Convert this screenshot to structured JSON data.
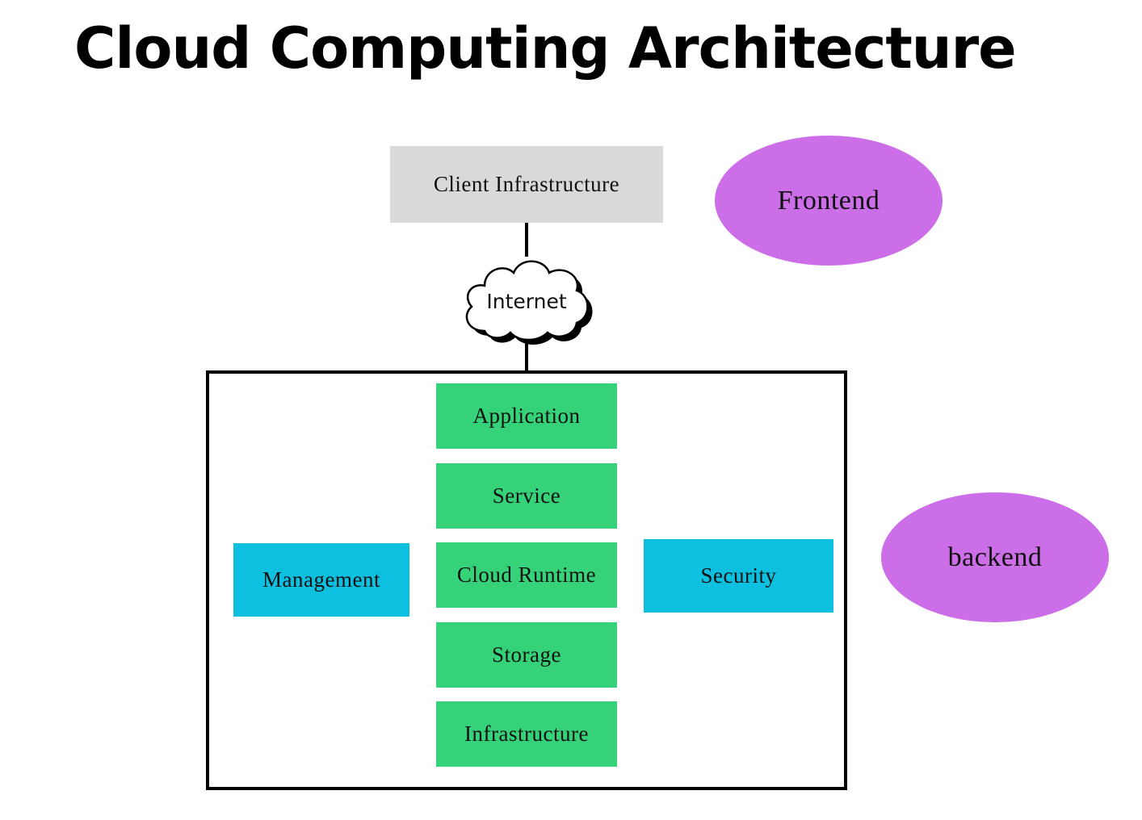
{
  "title": "Cloud Computing Architecture",
  "frontend": {
    "client_box": "Client Infrastructure",
    "label": "Frontend"
  },
  "network": {
    "label": "Internet"
  },
  "backend": {
    "label": "backend",
    "stack": [
      "Application",
      "Service",
      "Cloud Runtime",
      "Storage",
      "Infrastructure"
    ],
    "left_box": "Management",
    "right_box": "Security"
  },
  "colors": {
    "client_box": "#d9d9d9",
    "stack_boxes": "#36d27a",
    "side_boxes": "#0ec0e0",
    "labels": "#cc6ee8"
  }
}
